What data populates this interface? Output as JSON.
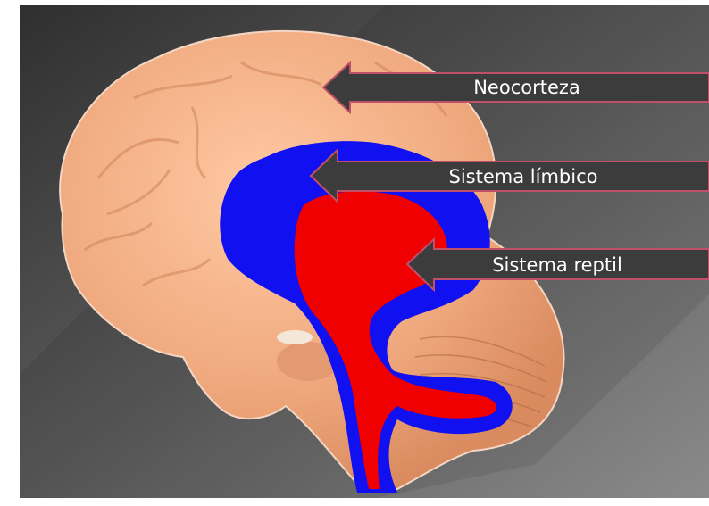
{
  "labels": {
    "neocortex": "Neocorteza",
    "limbic": "Sistema límbico",
    "reptilian": "Sistema reptil"
  },
  "colors": {
    "background_dark": "#3a3a3a",
    "background_light": "#7a7a7a",
    "neocortex": "#f0a97e",
    "limbic": "#1010f0",
    "reptilian": "#f00000",
    "arrow": "#3c3c3c",
    "arrow_border": "#c0506a",
    "label_text": "#ffffff"
  }
}
